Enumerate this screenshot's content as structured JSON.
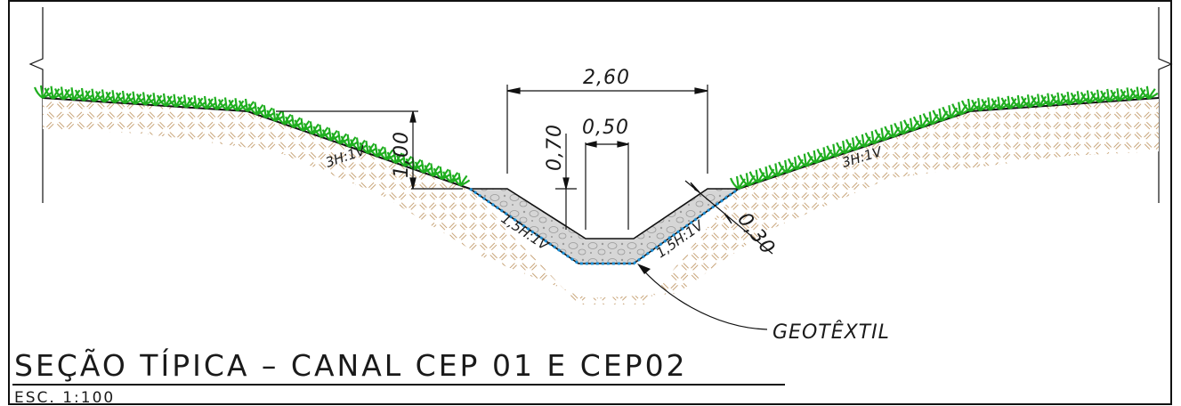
{
  "drawing": {
    "title": "SEÇÃO TÍPICA – CANAL CEP 01 E CEP02",
    "scale": "ESC. 1:100",
    "material_callout": "GEOTÊXTIL"
  },
  "dimensions": {
    "top_width": "2,60",
    "bottom_width": "0,50",
    "channel_depth": "0,70",
    "bank_height": "1,00",
    "lining_thickness": "0,30"
  },
  "slopes": {
    "left_bank": "3H:1V",
    "right_bank": "3H:1V",
    "left_channel": "1,5H:1V",
    "right_channel": "1,5H:1V"
  },
  "colors": {
    "grass": "#1fae1f",
    "soil_hatch": "#c8a57a",
    "concrete": "#d4d4d4",
    "geotextile": "#1e90d6",
    "ink": "#111111"
  }
}
